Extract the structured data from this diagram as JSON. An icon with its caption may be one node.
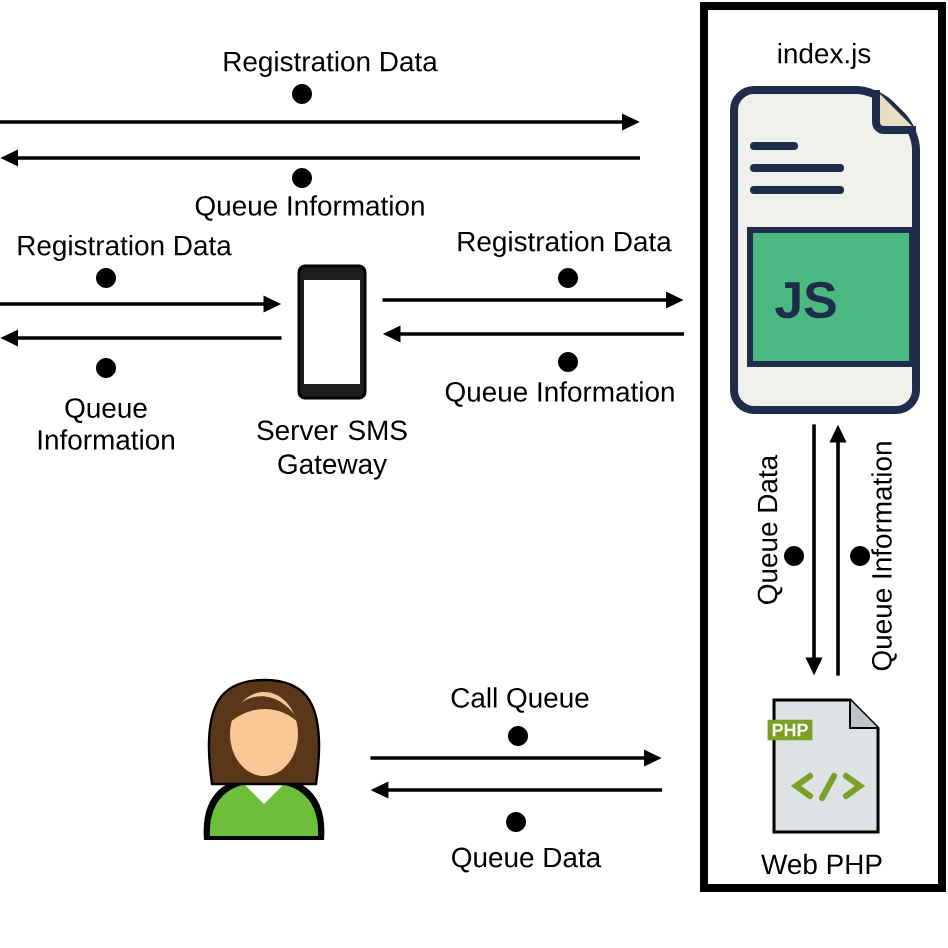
{
  "diagram": {
    "nodes": [
      {
        "text": [],
        "shape": "box"
      },
      {
        "text": [
          "index.js",
          "JS"
        ],
        "in": 0
      },
      {
        "text": [
          "PHP",
          "Web PHP"
        ],
        "in": 0
      },
      {
        "text": [
          "Server SMS Gateway"
        ]
      },
      {
        "text": [],
        "shape": "person"
      }
    ],
    "edges": [
      {
        "from": null,
        "to": 0,
        "arrow": "to",
        "label": "Registration Data"
      },
      {
        "from": 0,
        "to": null,
        "arrow": "to",
        "label": "Queue Information"
      },
      {
        "from": null,
        "to": 3,
        "arrow": "to",
        "label": "Registration Data"
      },
      {
        "from": 3,
        "to": null,
        "arrow": "to",
        "label": "Queue Information"
      },
      {
        "from": 3,
        "to": 0,
        "arrow": "to",
        "label": "Registration Data"
      },
      {
        "from": 0,
        "to": 3,
        "arrow": "to",
        "label": "Queue Information"
      },
      {
        "from": 1,
        "to": 2,
        "arrow": "to",
        "label": "Queue Data"
      },
      {
        "from": 2,
        "to": 1,
        "arrow": "to",
        "label": "Queue Information"
      },
      {
        "from": 4,
        "to": 0,
        "arrow": "to",
        "label": "Call Queue"
      },
      {
        "from": 0,
        "to": 4,
        "arrow": "to",
        "label": "Queue Data"
      }
    ]
  }
}
